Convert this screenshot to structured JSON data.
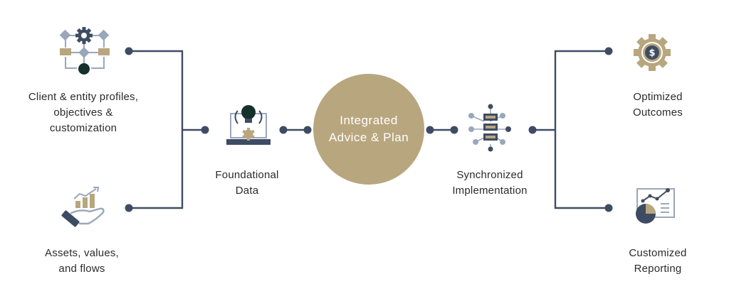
{
  "colors": {
    "navy": "#3e4c63",
    "gold": "#b8a67f",
    "slate": "#9aa7ba",
    "dark_green": "#16302c",
    "text": "#2b2b2b",
    "hub_text": "#ffffff"
  },
  "nodes": {
    "client_profiles": {
      "label_lines": [
        "Client & entity profiles,",
        "objectives &",
        "customization"
      ],
      "icon": "workflow-gear-icon"
    },
    "assets": {
      "label_lines": [
        "Assets, values,",
        "and flows"
      ],
      "icon": "hand-growth-chart-icon"
    },
    "foundational_data": {
      "label_lines": [
        "Foundational",
        "Data"
      ],
      "icon": "laptop-lightbulb-icon"
    },
    "hub": {
      "label_lines": [
        "Integrated",
        "Advice & Plan"
      ]
    },
    "synchronized_implementation": {
      "label_lines": [
        "Synchronized",
        "Implementation"
      ],
      "icon": "server-network-icon"
    },
    "optimized_outcomes": {
      "label_lines": [
        "Optimized",
        "Outcomes"
      ],
      "icon": "dollar-gear-icon"
    },
    "customized_reporting": {
      "label_lines": [
        "Customized",
        "Reporting"
      ],
      "icon": "report-pie-chart-icon"
    }
  }
}
